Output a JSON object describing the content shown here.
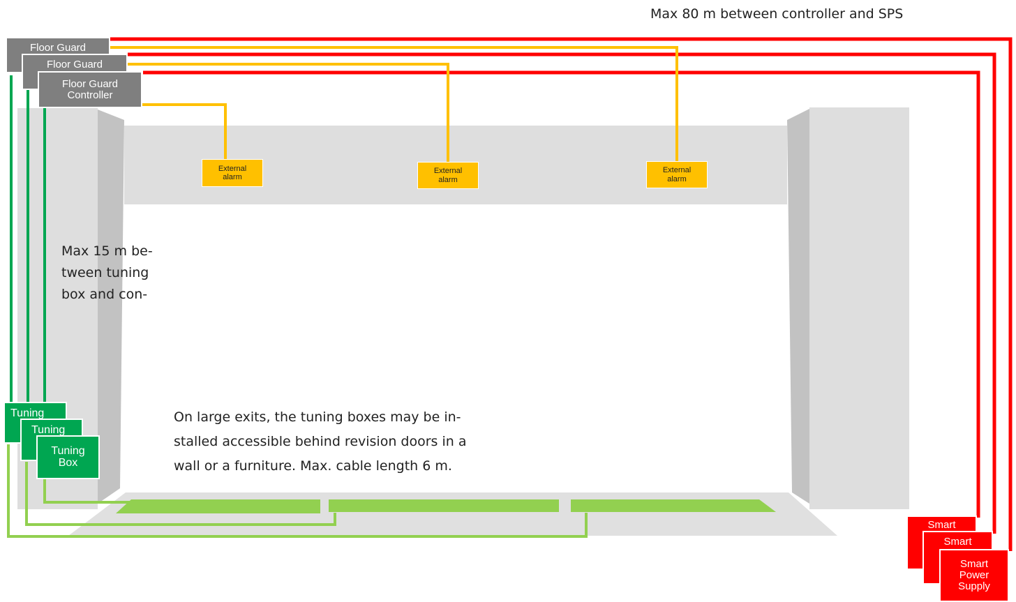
{
  "diagram": {
    "notes": {
      "sps_distance": "Max 80 m between controller and SPS",
      "tuning_distance": "Max 15 m be-\ntween tuning\nbox and con-",
      "large_exits": "On large exits, the tuning boxes may be in-\nstalled  accessible behind revision doors in a\nwall or a furniture. Max. cable length 6 m."
    },
    "controllers": [
      "Floor Guard",
      "Floor Guard",
      "Floor Guard\nController"
    ],
    "tuning_boxes": [
      "Tuning",
      "Tuning",
      "Tuning\nBox"
    ],
    "alarms": [
      "External\nalarm",
      "External\nalarm",
      "External\nalarm"
    ],
    "power_supplies": [
      "Smart",
      "Smart",
      "Smart\nPower\nSupply"
    ],
    "colors": {
      "controller": "#7f7f7f",
      "tuning_box": "#00a651",
      "power_supply": "#ff0000",
      "alarm": "#ffc000",
      "power_cable": "#ff0000",
      "alarm_cable": "#ffc000",
      "tuning_cable": "#00a651",
      "antenna_cable": "#92d050",
      "floor_antenna": "#92d050"
    }
  }
}
